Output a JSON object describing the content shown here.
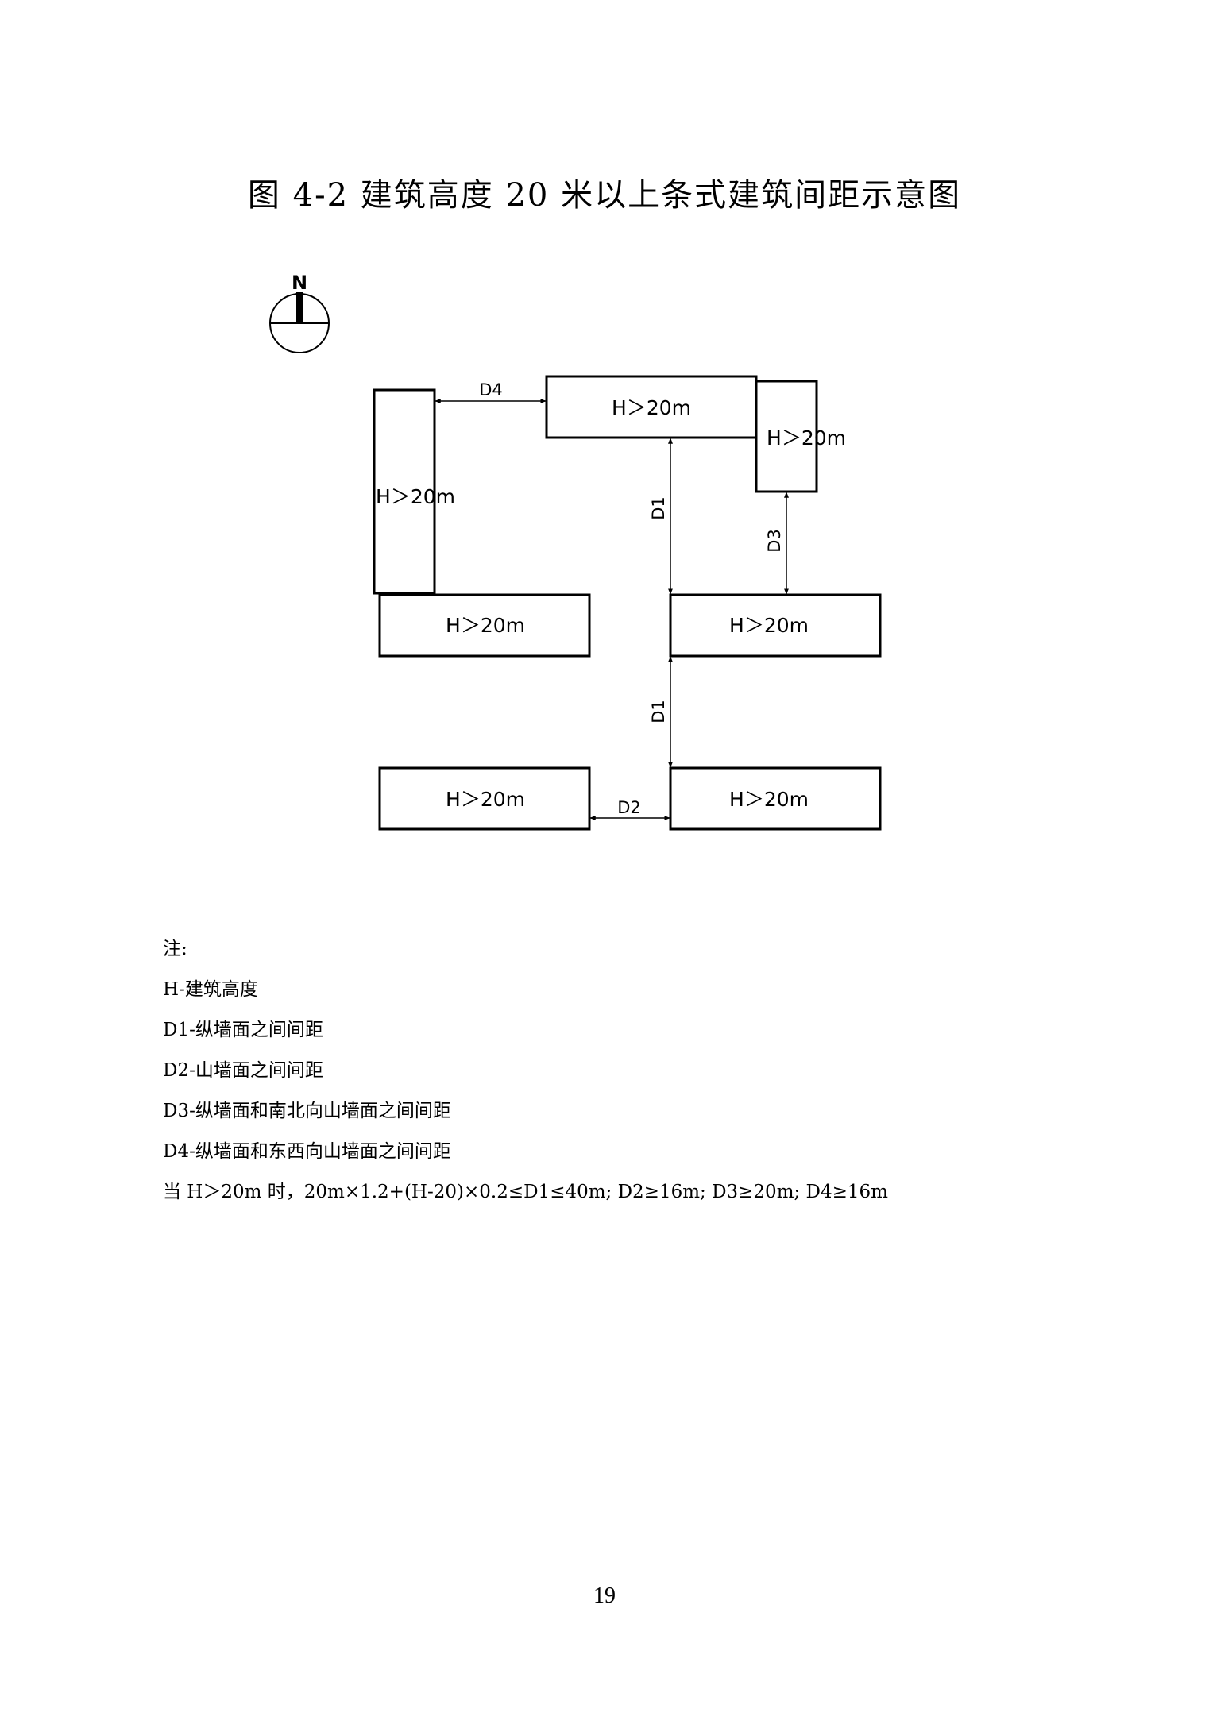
{
  "title": "图 4-2 建筑高度 20 米以上条式建筑间距示意图",
  "compass": {
    "label": "N"
  },
  "diagram": {
    "buildings": [
      {
        "id": "top-center",
        "label": "H＞20m"
      },
      {
        "id": "top-right-small",
        "label": "H＞20m"
      },
      {
        "id": "left-vertical",
        "label": "H＞20m"
      },
      {
        "id": "middle-left",
        "label": "H＞20m"
      },
      {
        "id": "middle-right",
        "label": "H＞20m"
      },
      {
        "id": "bottom-left",
        "label": "H＞20m"
      },
      {
        "id": "bottom-right",
        "label": "H＞20m"
      }
    ],
    "dimensions": {
      "d4": "D4",
      "d1_upper": "D1",
      "d3": "D3",
      "d1_lower": "D1",
      "d2": "D2"
    }
  },
  "notes": {
    "heading": "注:",
    "lines": [
      "H-建筑高度",
      "D1-纵墙面之间间距",
      "D2-山墙面之间间距",
      "D3-纵墙面和南北向山墙面之间间距",
      "D4-纵墙面和东西向山墙面之间间距",
      "当 H＞20m 时，20m×1.2+(H-20)×0.2≤D1≤40m;  D2≥16m;  D3≥20m;  D4≥16m"
    ]
  },
  "page_number": "19"
}
